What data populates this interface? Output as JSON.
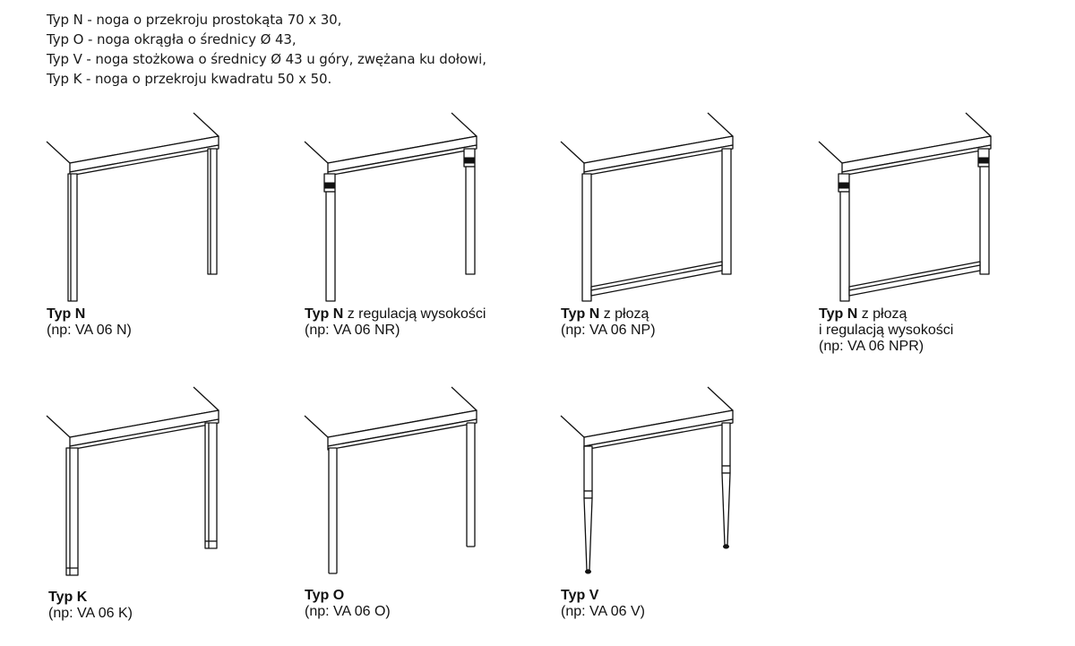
{
  "description_lines": [
    "Typ N - noga o przekroju prostokąta 70 x 30,",
    "Typ O - noga okrągła o średnicy Ø 43,",
    "Typ V - noga stożkowa o średnicy Ø 43 u góry, zwężana ku dołowi,",
    "Typ K - noga o przekroju kwadratu 50 x 50."
  ],
  "items": [
    {
      "name": "Typ N",
      "suffix": "",
      "line2": "",
      "code": "(np: VA 06 N)"
    },
    {
      "name": "Typ N",
      "suffix": " z regulacją wysokości",
      "line2": "",
      "code": "(np: VA 06 NR)"
    },
    {
      "name": "Typ N",
      "suffix": " z płozą",
      "line2": "",
      "code": "(np: VA 06 NP)"
    },
    {
      "name": "Typ N",
      "suffix": " z płozą",
      "line2": "i regulacją wysokości",
      "code": "(np: VA 06 NPR)"
    },
    {
      "name": "Typ K",
      "suffix": "",
      "line2": "",
      "code": "(np: VA 06 K)"
    },
    {
      "name": "Typ O",
      "suffix": "",
      "line2": "",
      "code": "(np: VA 06 O)"
    },
    {
      "name": "Typ V",
      "suffix": "",
      "line2": "",
      "code": "(np: VA 06 V)"
    }
  ]
}
